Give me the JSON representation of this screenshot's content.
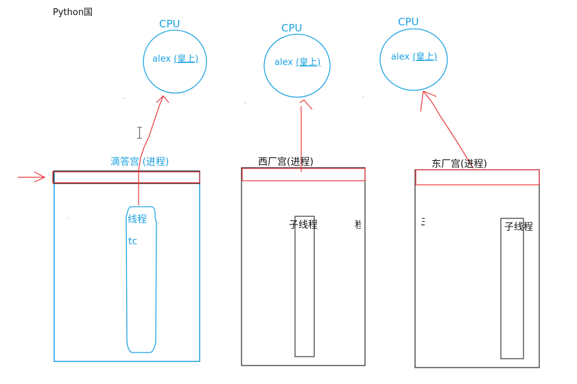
{
  "title": "Python国",
  "colors": {
    "blue": "#1ba1e2",
    "red": "#e8333a",
    "black": "#111111"
  },
  "cpus": [
    {
      "label": "CPU",
      "name": "alex",
      "role": "(皇上)"
    },
    {
      "label": "CPU",
      "name": "alex",
      "role": "(皇上)"
    },
    {
      "label": "CPU",
      "name": "alex",
      "role": "(皇上)"
    }
  ],
  "processes": [
    {
      "label": "滴答宫 (进程)",
      "thread_label": "线程",
      "thread_name": "tc"
    },
    {
      "label": "西厂宫(进程)",
      "thread_label": "子线程",
      "stray_glyph": "程"
    },
    {
      "label": "东厂宫(进程)",
      "thread_label": "子线程",
      "stray_glyph": "三"
    }
  ],
  "cursor_icon": "text-cursor-icon"
}
